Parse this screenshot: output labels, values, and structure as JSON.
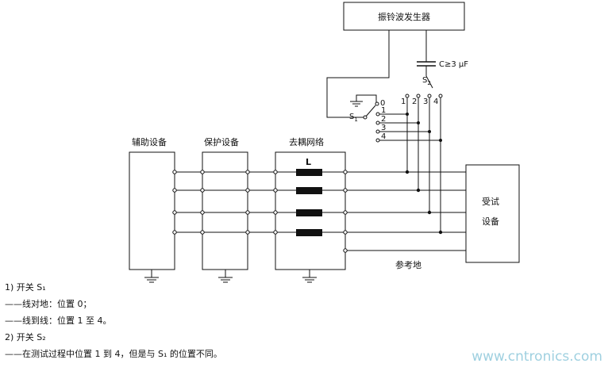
{
  "labels": {
    "generator": "振铃波发生器",
    "capacitor": "C≥3 μF",
    "s2": "S",
    "s2_sub": "2",
    "s1": "S",
    "s1_sub": "1",
    "aux": "辅助设备",
    "protect": "保护设备",
    "decouple": "去耦网络",
    "inductor": "L",
    "eut_line1": "受试",
    "eut_line2": "设备",
    "ground_ref": "参考地",
    "pos0": "0",
    "pos1": "1",
    "pos2": "2",
    "pos3": "3",
    "pos4": "4",
    "top1": "1",
    "top2": "2",
    "top3": "3",
    "top4": "4"
  },
  "notes": {
    "n1": "1)   开关 S₁",
    "n2": "——线对地：位置 0；",
    "n3": "——线到线：位置 1 至 4。",
    "n4": "2)   开关 S₂",
    "n5": "——在测试过程中位置 1 到 4，但是与 S₁ 的位置不同。"
  },
  "watermark": "www.cntronics.com"
}
